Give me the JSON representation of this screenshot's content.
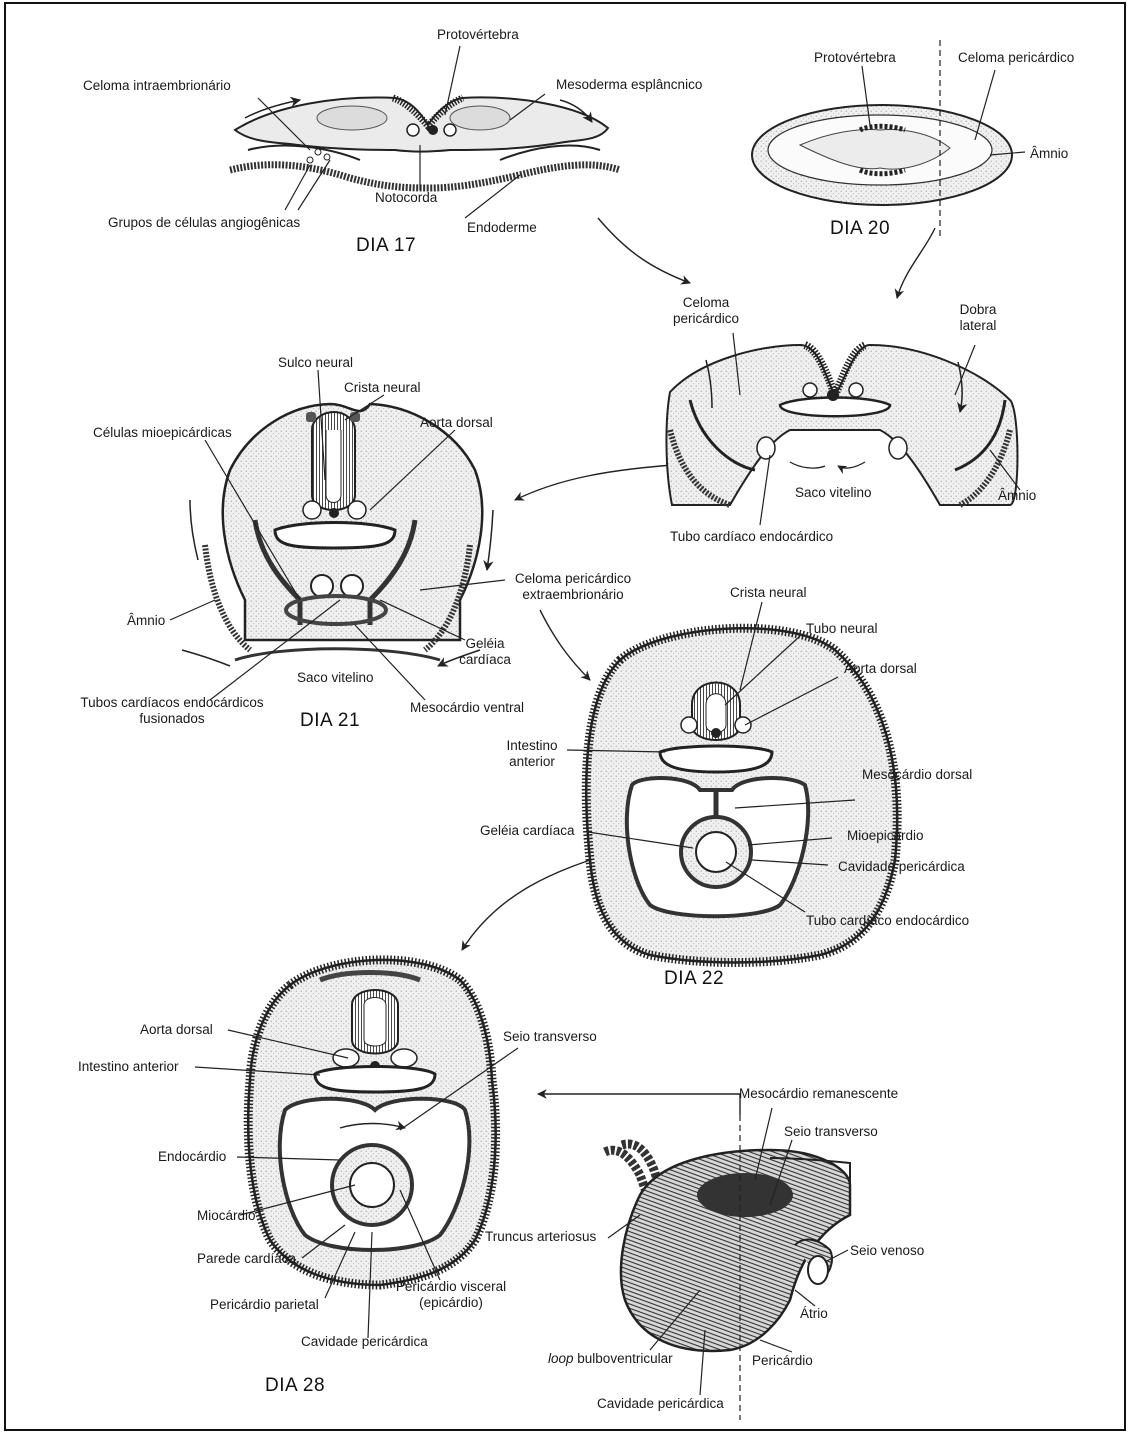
{
  "days": {
    "d17": "DIA 17",
    "d20": "DIA 20",
    "d21": "DIA 21",
    "d22": "DIA 22",
    "d28": "DIA 28"
  },
  "labels": {
    "d17": {
      "protovertebra": "Protovértebra",
      "celoma_intra": "Celoma intraembrionário",
      "mesoderma": "Mesoderma esplâncnico",
      "notocorda": "Notocorda",
      "grupos": "Grupos de células angiogênicas",
      "endoderme": "Endoderme"
    },
    "d20": {
      "protovertebra": "Protovértebra",
      "celoma_peri": "Celoma pericárdico",
      "amnio": "Âmnio"
    },
    "mid": {
      "celoma_peri_1": "Celoma",
      "celoma_peri_2": "pericárdico",
      "dobra_1": "Dobra",
      "dobra_2": "lateral",
      "saco": "Saco vitelino",
      "amnio": "Âmnio",
      "tubo": "Tubo cardíaco endocárdico"
    },
    "d21": {
      "sulco": "Sulco neural",
      "crista": "Crista neural",
      "aorta": "Aorta dorsal",
      "celulas": "Células mioepicárdicas",
      "celoma_1": "Celoma pericárdico",
      "celoma_2": "extraembrionário",
      "amnio": "Âmnio",
      "geleia_1": "Geléia",
      "geleia_2": "cardíaca",
      "saco": "Saco vitelino",
      "tubos_1": "Tubos cardíacos endocárdicos",
      "tubos_2": "fusionados",
      "mesocardio": "Mesocárdio ventral"
    },
    "d22": {
      "crista": "Crista neural",
      "tubo_neural": "Tubo neural",
      "aorta": "Aorta dorsal",
      "intestino_1": "Intestino",
      "intestino_2": "anterior",
      "mesocardio": "Mesocárdio dorsal",
      "geleia": "Geléia cardíaca",
      "mioepi": "Mioepicárdio",
      "cavidade": "Cavidade pericárdica",
      "tubo": "Tubo cardíaco endocárdico"
    },
    "d28": {
      "aorta": "Aorta dorsal",
      "intestino": "Intestino anterior",
      "seio_t": "Seio transverso",
      "endocardio": "Endocárdio",
      "miocardio": "Miocárdio",
      "parede": "Parede cardíaca",
      "pericardio_par": "Pericárdio parietal",
      "cavidade": "Cavidade pericárdica",
      "visceral_1": "Pericárdio visceral",
      "visceral_2": "(epicárdio)"
    },
    "heart": {
      "mesocardio_rem": "Mesocárdio remanescente",
      "seio_t": "Seio transverso",
      "truncus": "Truncus arteriosus",
      "seio_v": "Seio venoso",
      "atrio": "Átrio",
      "loop": "loop",
      "bulbo": " bulboventricular",
      "pericardio": "Pericárdio",
      "cavidade": "Cavidade pericárdica"
    }
  }
}
